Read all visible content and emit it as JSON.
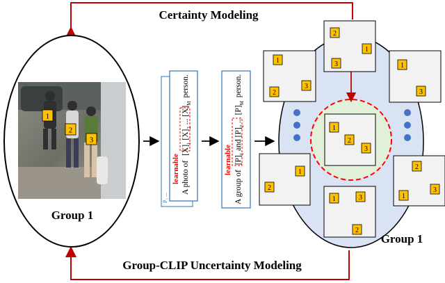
{
  "top_arrow_label": "Certainty Modeling",
  "bottom_arrow_label": "Group-CLIP Uncertainty Modeling",
  "left_group_label": "Group 1",
  "right_group_label": "Group 1",
  "photo_person_ids": [
    "1",
    "2",
    "3"
  ],
  "prompt_person": {
    "learnable_tag": "learnable",
    "prefix": "A photo of",
    "tokens": [
      "[X]",
      "[X]",
      "...",
      "[X]"
    ],
    "token_subscripts": [
      "1",
      "2",
      "",
      "M"
    ],
    "suffix": "person.",
    "back_card_text": "P₁ ..."
  },
  "prompt_group": {
    "learnable_tag": "learnable",
    "prefix": "A group of",
    "tokens": [
      "[P]",
      "and",
      "[P]",
      "...",
      "[P]"
    ],
    "token_subscripts": [
      "1",
      "",
      "2",
      "",
      "M"
    ],
    "suffix": "person."
  },
  "layout_cards": {
    "center": [
      "1",
      "2",
      "3"
    ],
    "top": [
      "2",
      "1",
      "3"
    ],
    "upper_left": [
      "1",
      "2",
      "3"
    ],
    "upper_right": [
      "1",
      "3"
    ],
    "lower_left": [
      "1",
      "2"
    ],
    "lower_right": [
      "2",
      "1",
      "3"
    ],
    "bottom": [
      "1",
      "3",
      "2"
    ]
  },
  "colors": {
    "arrow": "#c00000",
    "badge_fill": "#ffc000",
    "learnable_red": "#ff0000",
    "prompt_border": "#2e75b6",
    "oval_fill": "#dae3f3",
    "inner_circle_fill": "#e2efd9",
    "dot_blue": "#4472c4",
    "card_fill": "#f2f2f2"
  }
}
